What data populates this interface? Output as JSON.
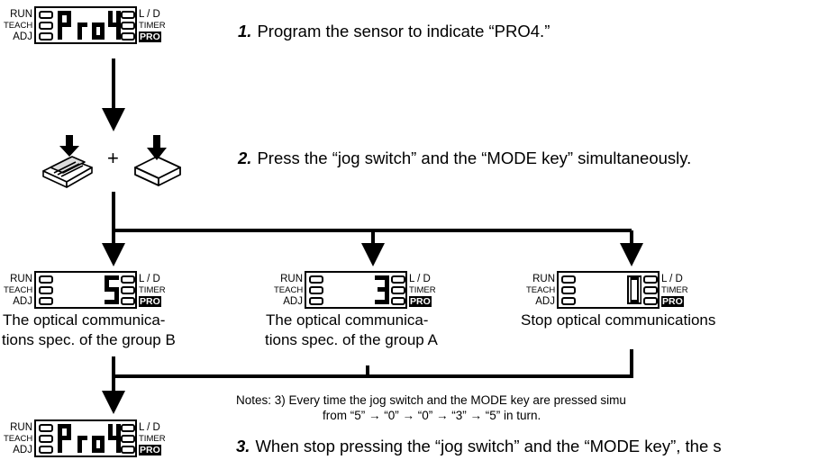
{
  "display_labels": {
    "run": "RUN",
    "teach": "TEACH",
    "adj": "ADJ",
    "ld": "L / D",
    "timer": "TIMER",
    "pro": "PRO"
  },
  "displays": {
    "top": "Pro4",
    "group_b": "5",
    "group_a": "3",
    "stop": "0",
    "bottom": "Pro4"
  },
  "plus": "+",
  "steps": {
    "s1_num": "1.",
    "s1_text": "Program the sensor to indicate “PRO4.”",
    "s2_num": "2.",
    "s2_text": "Press the “jog switch” and the “MODE key” simultaneously.",
    "s3_num": "3.",
    "s3_text": "When stop pressing the “jog switch” and the “MODE key”, the s"
  },
  "captions": {
    "group_b": [
      "The optical communica-",
      "tions spec. of the group B"
    ],
    "group_a": [
      "The optical communica-",
      "tions spec. of the group A"
    ],
    "stop": [
      "Stop optical communications"
    ]
  },
  "notes": {
    "line1": "Notes: 3)  Every time the jog switch and the MODE key are pressed simu",
    "line2": "from “5” → “0” → “0” → “3” → “5” in turn."
  }
}
